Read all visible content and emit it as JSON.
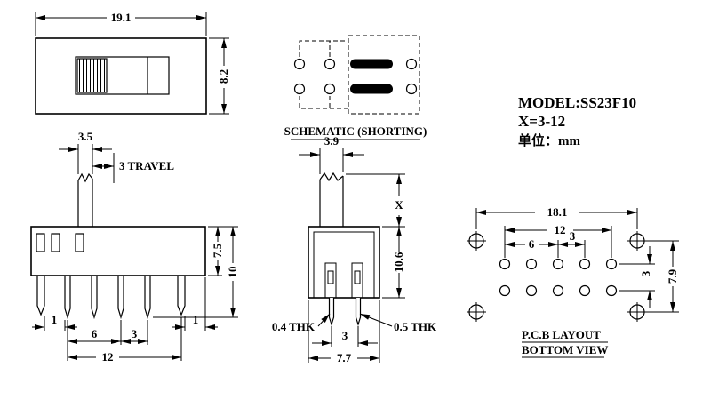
{
  "views": {
    "top": {
      "dim_width": "19.1",
      "dim_height": "8.2"
    },
    "schematic": {
      "caption": "SCHEMATIC (SHORTING)"
    },
    "title_block": {
      "model": "MODEL:SS23F10",
      "x_range": "X=3-12",
      "unit": "单位：mm"
    },
    "front": {
      "dim_knob": "3.5",
      "dim_travel": "3 TRAVEL",
      "dim_body_h": "7.5",
      "dim_total_h": "10",
      "dim_margin_left": "1",
      "dim_margin_right": "1",
      "dim_span6": "6",
      "dim_pitch": "3",
      "dim_span12": "12"
    },
    "side": {
      "dim_top_w": "3.9",
      "dim_actuator_h": "X",
      "dim_body_h": "10.6",
      "thk_left": "0.4 THK",
      "thk_right": "0.5 THK",
      "dim_pin_pitch": "3",
      "dim_base_w": "7.7"
    },
    "pcb": {
      "dim_outer": "18.1",
      "dim_span12": "12",
      "dim_span6": "6",
      "dim_pitch": "3",
      "dim_row_pitch": "3",
      "dim_row_span": "7.9",
      "caption_line1": "P.C.B LAYOUT",
      "caption_line2": "BOTTOM VIEW"
    }
  },
  "colors": {
    "line": "#000000",
    "background": "#ffffff",
    "contact_bar": "#000000"
  }
}
